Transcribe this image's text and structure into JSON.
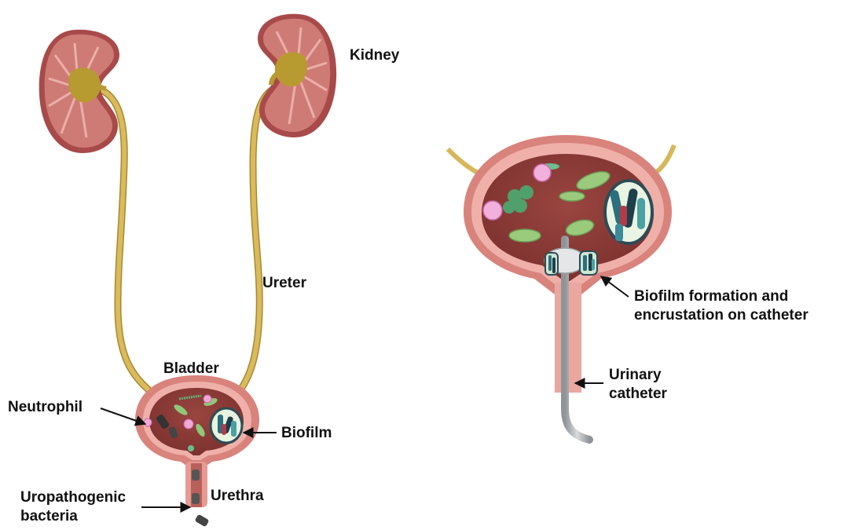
{
  "labels": {
    "kidney": "Kidney",
    "ureter": "Ureter",
    "bladder": "Bladder",
    "neutrophil": "Neutrophil",
    "biofilm": "Biofilm",
    "uropathogenic_line1": "Uropathogenic",
    "uropathogenic_line2": "bacteria",
    "urethra": "Urethra",
    "biofilm_catheter_line1": "Biofilm formation and",
    "biofilm_catheter_line2": "encrustation on catheter",
    "urinary_catheter_line1": "Urinary",
    "urinary_catheter_line2": "catheter"
  },
  "colors": {
    "kidney_cortex": "#c96e6e",
    "kidney_medulla": "#e7a7a0",
    "pelvis": "#b99a2e",
    "ureter": "#d6b75a",
    "bladder_wall": "#e79a94",
    "bladder_lumen": "#8c3a36",
    "bacteria_green": "#9acb7c",
    "neutrophil_pink": "#f2a6d8",
    "biofilm_teal": "#3a8c9a",
    "catheter_gray": "#b9bcbf",
    "arrow": "#111111"
  }
}
